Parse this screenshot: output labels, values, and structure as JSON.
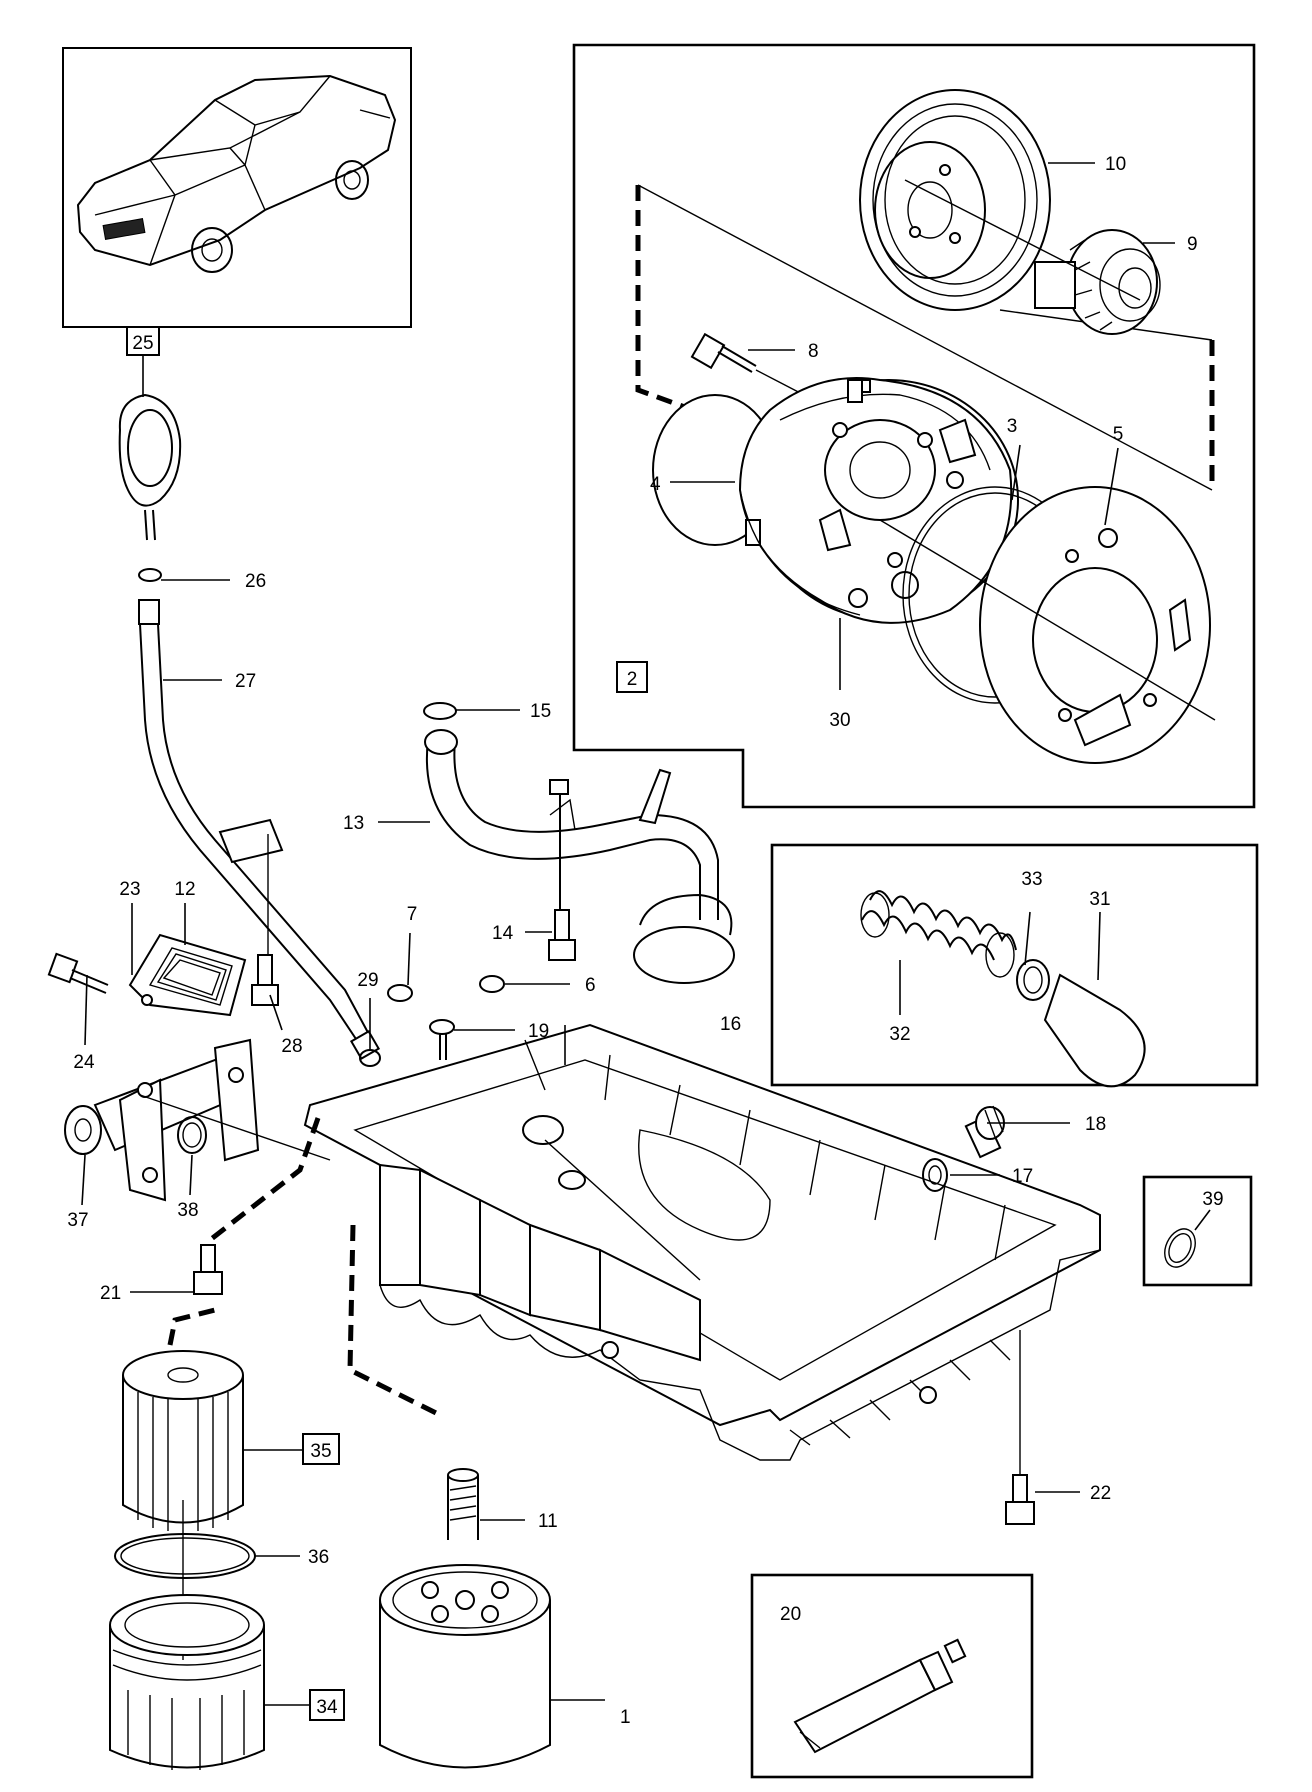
{
  "callouts": [
    {
      "id": "c1",
      "text": "1"
    },
    {
      "id": "c2",
      "text": "2"
    },
    {
      "id": "c3",
      "text": "3"
    },
    {
      "id": "c4",
      "text": "4"
    },
    {
      "id": "c5",
      "text": "5"
    },
    {
      "id": "c6",
      "text": "6"
    },
    {
      "id": "c7",
      "text": "7"
    },
    {
      "id": "c8",
      "text": "8"
    },
    {
      "id": "c9",
      "text": "9"
    },
    {
      "id": "c10",
      "text": "10"
    },
    {
      "id": "c11",
      "text": "11"
    },
    {
      "id": "c12",
      "text": "12"
    },
    {
      "id": "c13",
      "text": "13"
    },
    {
      "id": "c14",
      "text": "14"
    },
    {
      "id": "c15",
      "text": "15"
    },
    {
      "id": "c16",
      "text": "16"
    },
    {
      "id": "c17",
      "text": "17"
    },
    {
      "id": "c18",
      "text": "18"
    },
    {
      "id": "c19",
      "text": "19"
    },
    {
      "id": "c20",
      "text": "20"
    },
    {
      "id": "c21",
      "text": "21"
    },
    {
      "id": "c22",
      "text": "22"
    },
    {
      "id": "c23",
      "text": "23"
    },
    {
      "id": "c24",
      "text": "24"
    },
    {
      "id": "c25",
      "text": "25"
    },
    {
      "id": "c26",
      "text": "26"
    },
    {
      "id": "c27",
      "text": "27"
    },
    {
      "id": "c28",
      "text": "28"
    },
    {
      "id": "c29",
      "text": "29"
    },
    {
      "id": "c30",
      "text": "30"
    },
    {
      "id": "c31",
      "text": "31"
    },
    {
      "id": "c32",
      "text": "32"
    },
    {
      "id": "c33",
      "text": "33"
    },
    {
      "id": "c34",
      "text": "34"
    },
    {
      "id": "c35",
      "text": "35"
    },
    {
      "id": "c36",
      "text": "36"
    },
    {
      "id": "c37",
      "text": "37"
    },
    {
      "id": "c38",
      "text": "38"
    },
    {
      "id": "c39",
      "text": "39"
    }
  ],
  "boxed_callouts": [
    "2",
    "25",
    "34",
    "35"
  ],
  "colors": {
    "line": "#000000",
    "background": "#ffffff"
  }
}
